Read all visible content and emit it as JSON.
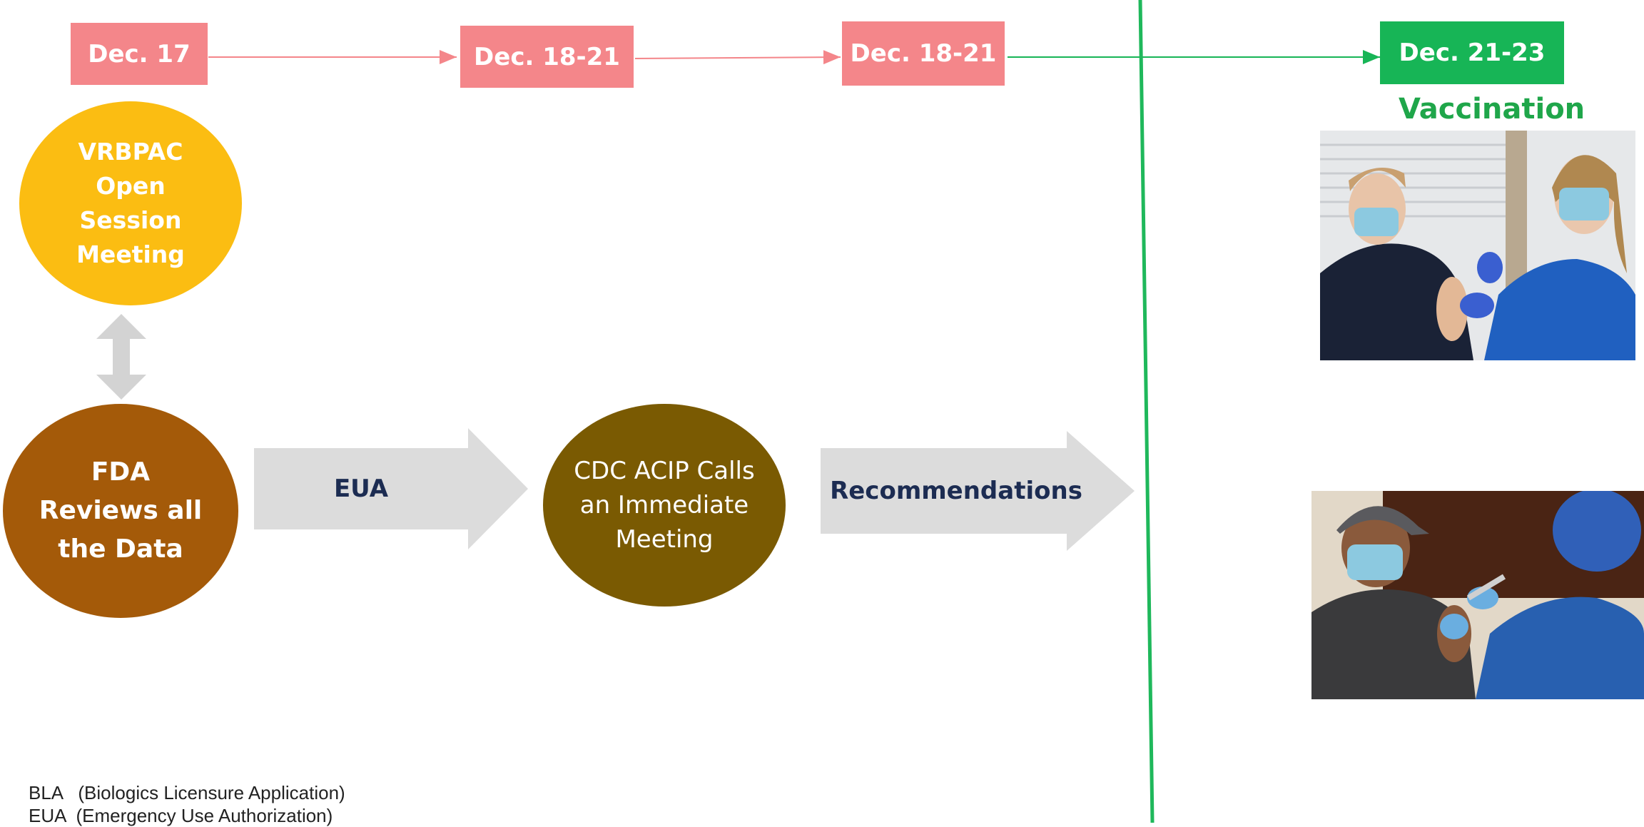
{
  "dates": {
    "d1": "Dec. 17",
    "d2": "Dec. 18-21",
    "d3": "Dec. 18-21",
    "d4": "Dec. 21-23"
  },
  "vaccination_label": "Vaccination",
  "nodes": {
    "vrbpac": [
      "VRBPAC",
      "Open",
      "Session",
      "Meeting"
    ],
    "fda": [
      "FDA",
      "Reviews all",
      "the Data"
    ],
    "cdc": [
      "CDC ACIP Calls",
      "an Immediate",
      "Meeting"
    ]
  },
  "arrows": {
    "eua_label": "EUA",
    "recommendations_label": "Recommendations"
  },
  "legend": {
    "line1": "BLA   (Biologics Licensure Application)",
    "line2": "EUA  (Emergency Use Authorization)"
  },
  "colors": {
    "date_box": "#f4868a",
    "date_box_final": "#17b556",
    "vrbpac": "#fbbd12",
    "fda": "#a45a09",
    "cdc": "#7a5a02",
    "arrow_fill": "#dcdcdc",
    "divider": "#1fb85b",
    "vaccination_text": "#1fa64a"
  }
}
